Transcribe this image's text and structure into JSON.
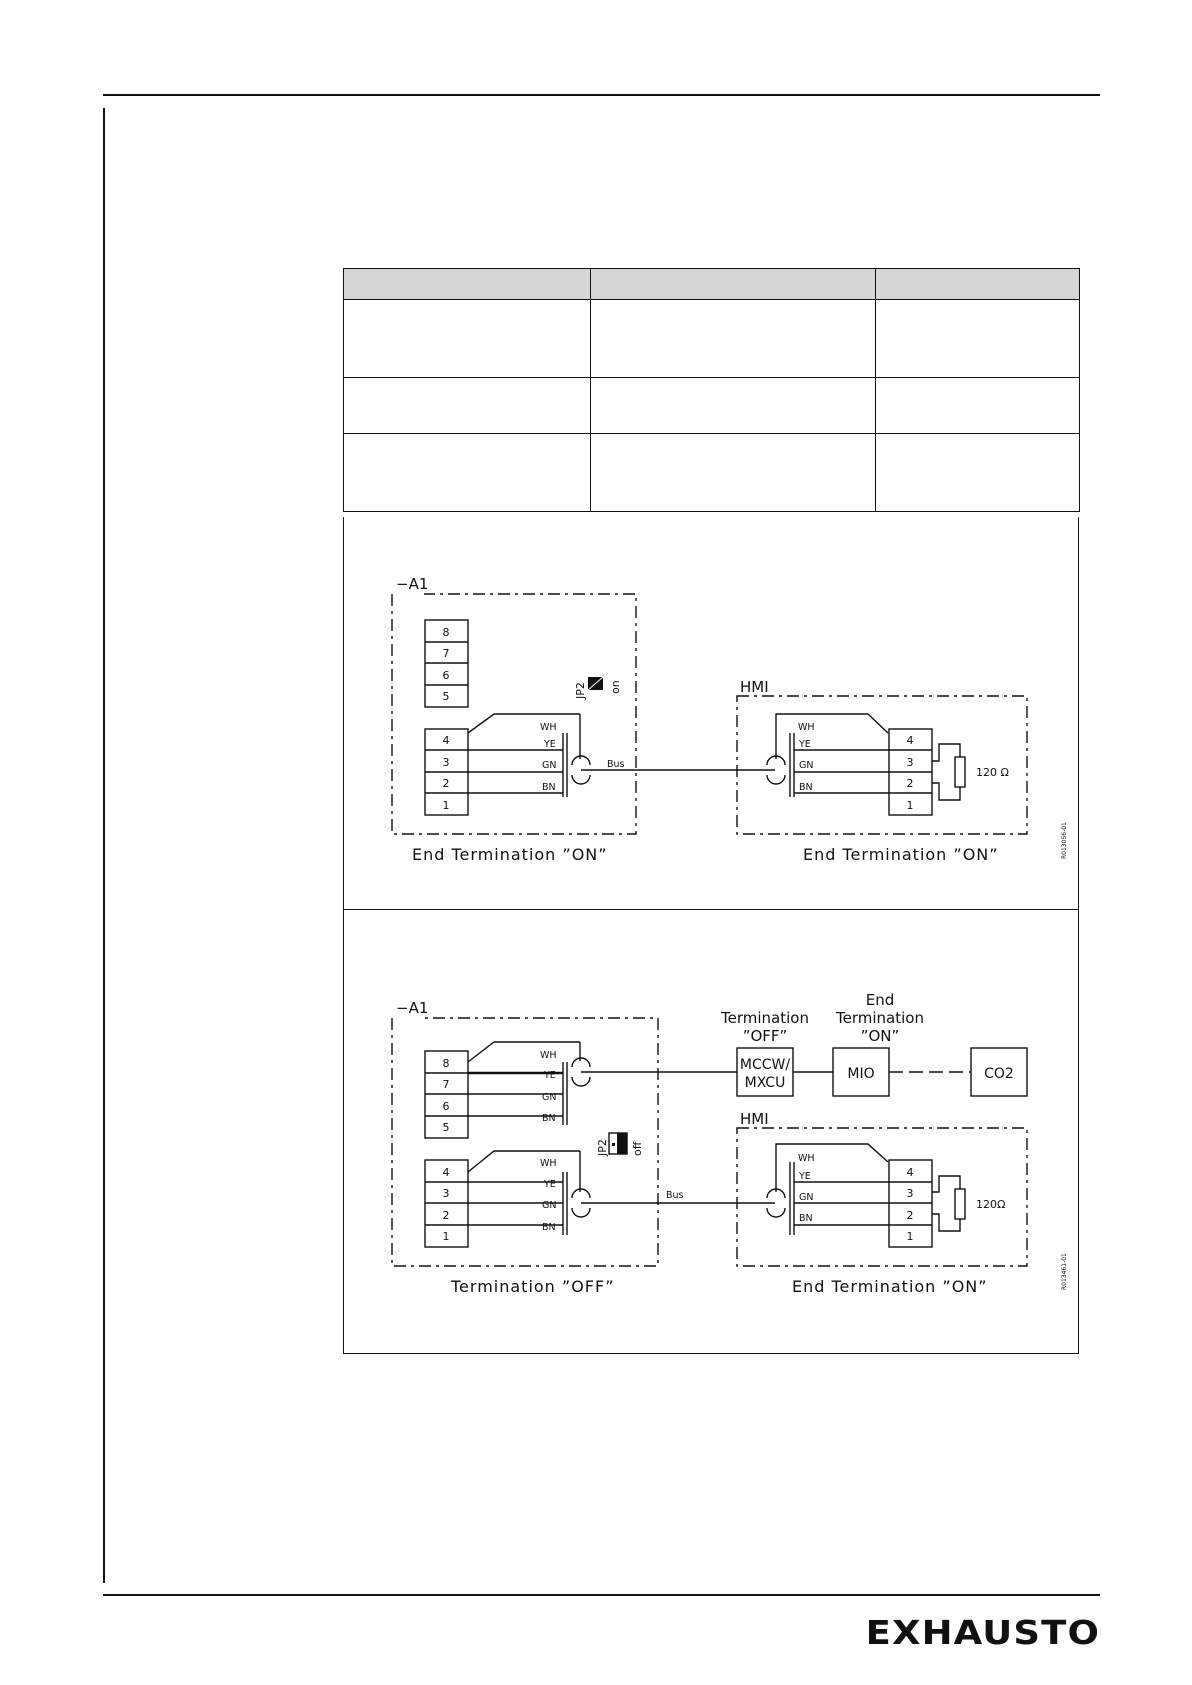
{
  "header": {},
  "table": {
    "columns": [
      "",
      "",
      ""
    ],
    "rows": [
      [
        "",
        "",
        ""
      ],
      [
        "",
        "",
        ""
      ],
      [
        "",
        "",
        ""
      ]
    ]
  },
  "diagram1": {
    "controller_label": "−A1",
    "controller_terminals_upper": [
      "8",
      "7",
      "6",
      "5"
    ],
    "controller_terminals_lower": [
      "4",
      "3",
      "2",
      "1"
    ],
    "jumper_label": "JP2",
    "jumper_state": "on",
    "wire_colors": [
      "WH",
      "YE",
      "GN",
      "BN"
    ],
    "bus_label": "Bus",
    "hmi_label": "HMI",
    "hmi_terminals": [
      "4",
      "3",
      "2",
      "1"
    ],
    "resistor_label": "120 Ω",
    "caption_left": "End Termination ”ON”",
    "caption_right": "End Termination ”ON”",
    "figure_id": "R013056-01"
  },
  "diagram2": {
    "controller_label": "−A1",
    "controller_terminals_upper": [
      "8",
      "7",
      "6",
      "5"
    ],
    "controller_terminals_lower": [
      "4",
      "3",
      "2",
      "1"
    ],
    "jumper_label": "JP2",
    "jumper_state": "off",
    "wire_colors": [
      "WH",
      "YE",
      "GN",
      "BN"
    ],
    "bus_label": "Bus",
    "mccw_term_line1": "Termination",
    "mccw_term_line2": "”OFF”",
    "mccw_line1": "MCCW/",
    "mccw_line2": "MXCU",
    "mio_term_line1": "End",
    "mio_term_line2": "Termination",
    "mio_term_line3": "”ON”",
    "mio_label": "MIO",
    "co2_label": "CO2",
    "hmi_label": "HMI",
    "hmi_terminals": [
      "4",
      "3",
      "2",
      "1"
    ],
    "resistor_label": "120Ω",
    "caption_left": "Termination ”OFF”",
    "caption_right": "End Termination ”ON”",
    "figure_id": "R013461-01"
  },
  "footer": {
    "logo_text": "EXHAUSTO"
  }
}
